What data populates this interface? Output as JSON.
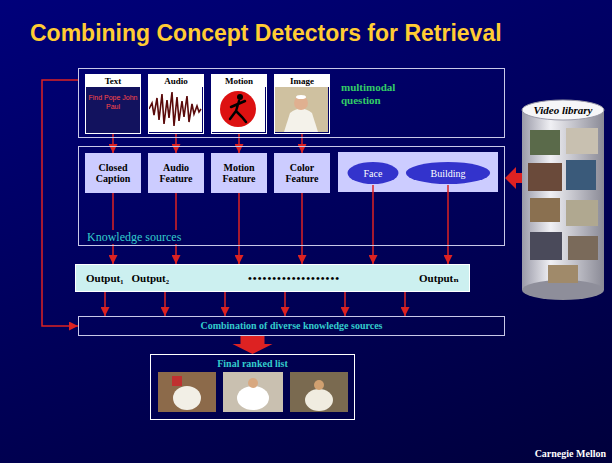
{
  "diagram": {
    "title": "Combining Concept Detectors for Retrieval",
    "nodes": [
      {
        "text": [
          "multimodal question"
        ]
      },
      {
        "text": [
          "Text",
          "Find Pope John Paul"
        ],
        "in": 0
      },
      {
        "text": [
          "Audio"
        ],
        "in": 0
      },
      {
        "text": [
          "Motion"
        ],
        "in": 0
      },
      {
        "text": [
          "Image"
        ],
        "in": 0
      },
      {
        "text": [
          "Knowledge sources"
        ]
      },
      {
        "text": [
          "Closed Caption"
        ],
        "in": 5
      },
      {
        "text": [
          "Audio Feature"
        ],
        "in": 5
      },
      {
        "text": [
          "Motion Feature"
        ],
        "in": 5
      },
      {
        "text": [
          "Color Feature"
        ],
        "in": 5
      },
      {
        "text": [
          "Face"
        ],
        "in": 5
      },
      {
        "text": [
          "Building"
        ],
        "in": 5
      },
      {
        "text": [
          "Video library"
        ]
      },
      {
        "text": [
          "Output₁",
          "Output₂",
          "•••••••••••••••••••",
          "Outputₙ"
        ]
      },
      {
        "text": [
          "Combination of diverse knowledge sources"
        ]
      },
      {
        "text": [
          "Final ranked list"
        ]
      }
    ],
    "edges": [
      {
        "from": 1,
        "to": 6,
        "arrow": "to"
      },
      {
        "from": 2,
        "to": 7,
        "arrow": "to"
      },
      {
        "from": 3,
        "to": 8,
        "arrow": "to"
      },
      {
        "from": 4,
        "to": 9,
        "arrow": "to"
      },
      {
        "from": 12,
        "to": 5,
        "arrow": "to"
      },
      {
        "from": 6,
        "to": 13,
        "arrow": "to"
      },
      {
        "from": 7,
        "to": 13,
        "arrow": "to"
      },
      {
        "from": 8,
        "to": 13,
        "arrow": "to"
      },
      {
        "from": 9,
        "to": 13,
        "arrow": "to"
      },
      {
        "from": 10,
        "to": 13,
        "arrow": "to"
      },
      {
        "from": 11,
        "to": 13,
        "arrow": "to"
      },
      {
        "from": 13,
        "to": 14,
        "arrow": "to"
      },
      {
        "from": 0,
        "to": 14,
        "arrow": "to"
      },
      {
        "from": 14,
        "to": 15,
        "arrow": "to"
      }
    ],
    "labels": [
      "Carnegie Mellon"
    ]
  }
}
